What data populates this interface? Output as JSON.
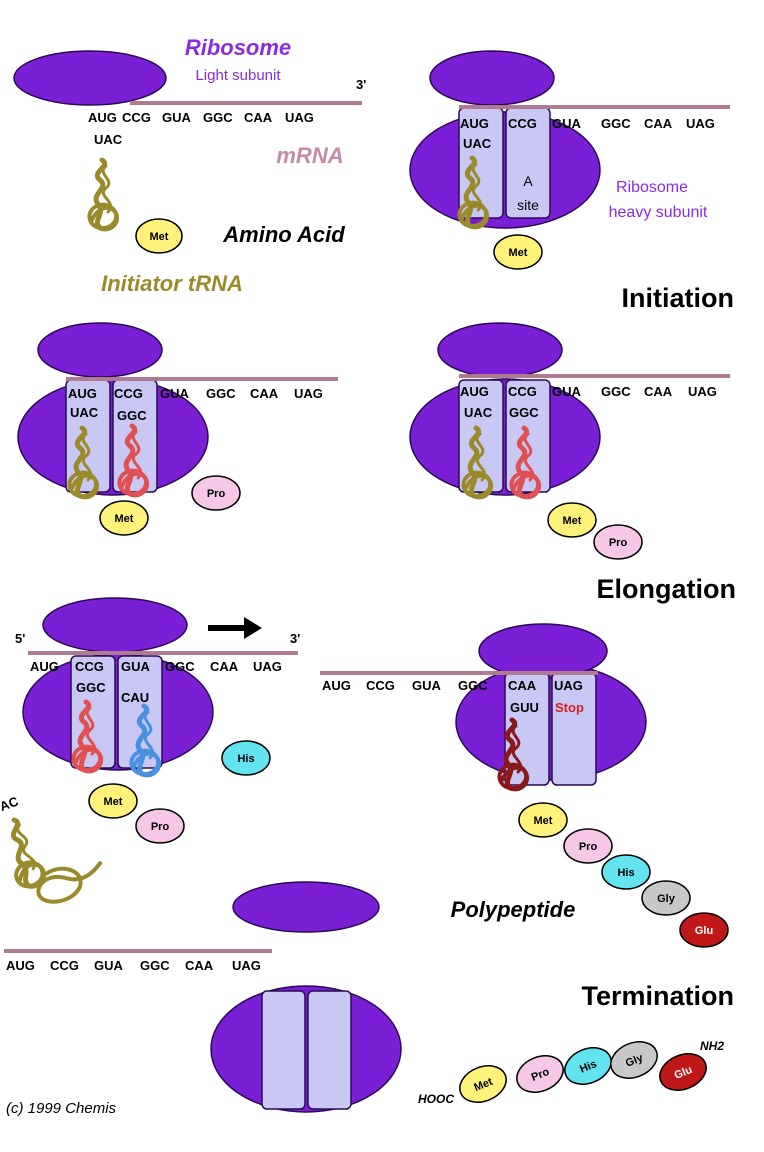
{
  "labels": {
    "ribosome": "Ribosome",
    "light_subunit": "Light subunit",
    "three_prime": "3'",
    "five_prime": "5'",
    "mrna": "mRNA",
    "amino_acid": "Amino Acid",
    "initiator_trna": "Initiator tRNA",
    "ribosome_heavy_line1": "Ribosome",
    "ribosome_heavy_line2": "heavy subunit",
    "a_site_line1": "A",
    "a_site_line2": "site",
    "initiation": "Initiation",
    "elongation": "Elongation",
    "polypeptide": "Polypeptide",
    "termination": "Termination",
    "copyright": "(c) 1999 Chemis",
    "hooc": "HOOC",
    "nh2": "NH2",
    "stop": "Stop"
  },
  "codons": {
    "aug": "AUG",
    "ccg": "CCG",
    "gua": "GUA",
    "ggc": "GGC",
    "caa": "CAA",
    "uag": "UAG",
    "uac": "UAC",
    "cau": "CAU",
    "guu": "GUU",
    "ac": "AC"
  },
  "amino_acids": {
    "met": "Met",
    "pro": "Pro",
    "his": "His",
    "gly": "Gly",
    "glu": "Glu"
  },
  "colors": {
    "ribosome": "#7a1fd6",
    "ribosome_outline": "#2a0a55",
    "site": "#c9c8f5",
    "mrna": "#b07a93",
    "label_purple": "#8a2be2",
    "label_mrna": "#c48aa8",
    "label_olive": "#9a8a2a",
    "trna_olive": "#9a8a2a",
    "trna_red": "#e05050",
    "trna_blue": "#4a90e0",
    "trna_darkred": "#8a1a1a",
    "met": "#fff27a",
    "pro": "#f6c8e6",
    "his": "#63e3ef",
    "gly": "#c8c8c8",
    "glu": "#c01818",
    "stop_text": "#d02020"
  }
}
